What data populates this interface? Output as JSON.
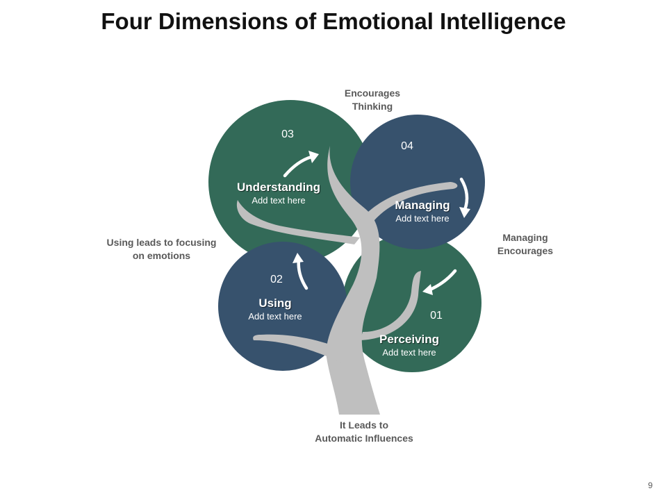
{
  "title": "Four Dimensions of Emotional Intelligence",
  "colors": {
    "green": "#336a58",
    "navy": "#37526d",
    "trunk": "#bfbfbf",
    "arrow": "#ffffff"
  },
  "side_labels": {
    "thinking": "Encourages\nThinking",
    "managing": "Managing\nEncourages",
    "using": "Using leads to focusing\non emotions",
    "automatic": "It Leads to\nAutomatic Influences"
  },
  "petals": {
    "understanding": {
      "number": "03",
      "title": "Understanding",
      "text": "Add text here"
    },
    "managing": {
      "number": "04",
      "title": "Managing",
      "text": "Add text here"
    },
    "using": {
      "number": "02",
      "title": "Using",
      "text": "Add text here"
    },
    "perceiving": {
      "number": "01",
      "title": "Perceiving",
      "text": "Add text here"
    }
  },
  "icons": [
    "curved-arrow-icon"
  ],
  "page_number": "9"
}
